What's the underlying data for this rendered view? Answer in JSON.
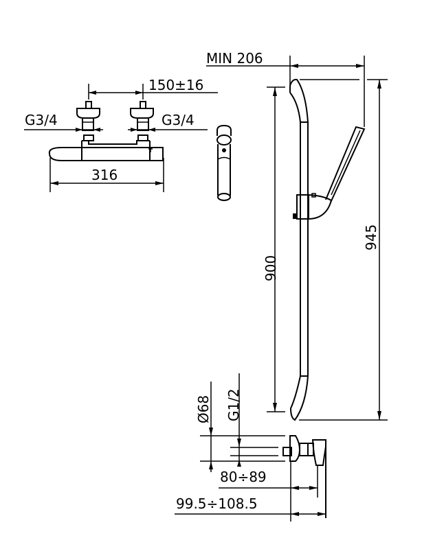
{
  "drawing": {
    "type": "technical dimension drawing",
    "subject": "thermostatic shower mixer with sliding rail and hand shower",
    "units": "mm"
  },
  "dimensions": {
    "inlet_spacing": "150±16",
    "inlet_thread_left": "G3/4",
    "inlet_thread_right": "G3/4",
    "mixer_width": "316",
    "min_offset": "MIN 206",
    "rail_length": "900",
    "overall_height": "945",
    "flange_diameter": "Ø68",
    "outlet_thread": "G1/2",
    "projection_1": "80÷89",
    "projection_2": "99.5÷108.5"
  },
  "colors": {
    "line": "#000000",
    "background": "#ffffff"
  }
}
